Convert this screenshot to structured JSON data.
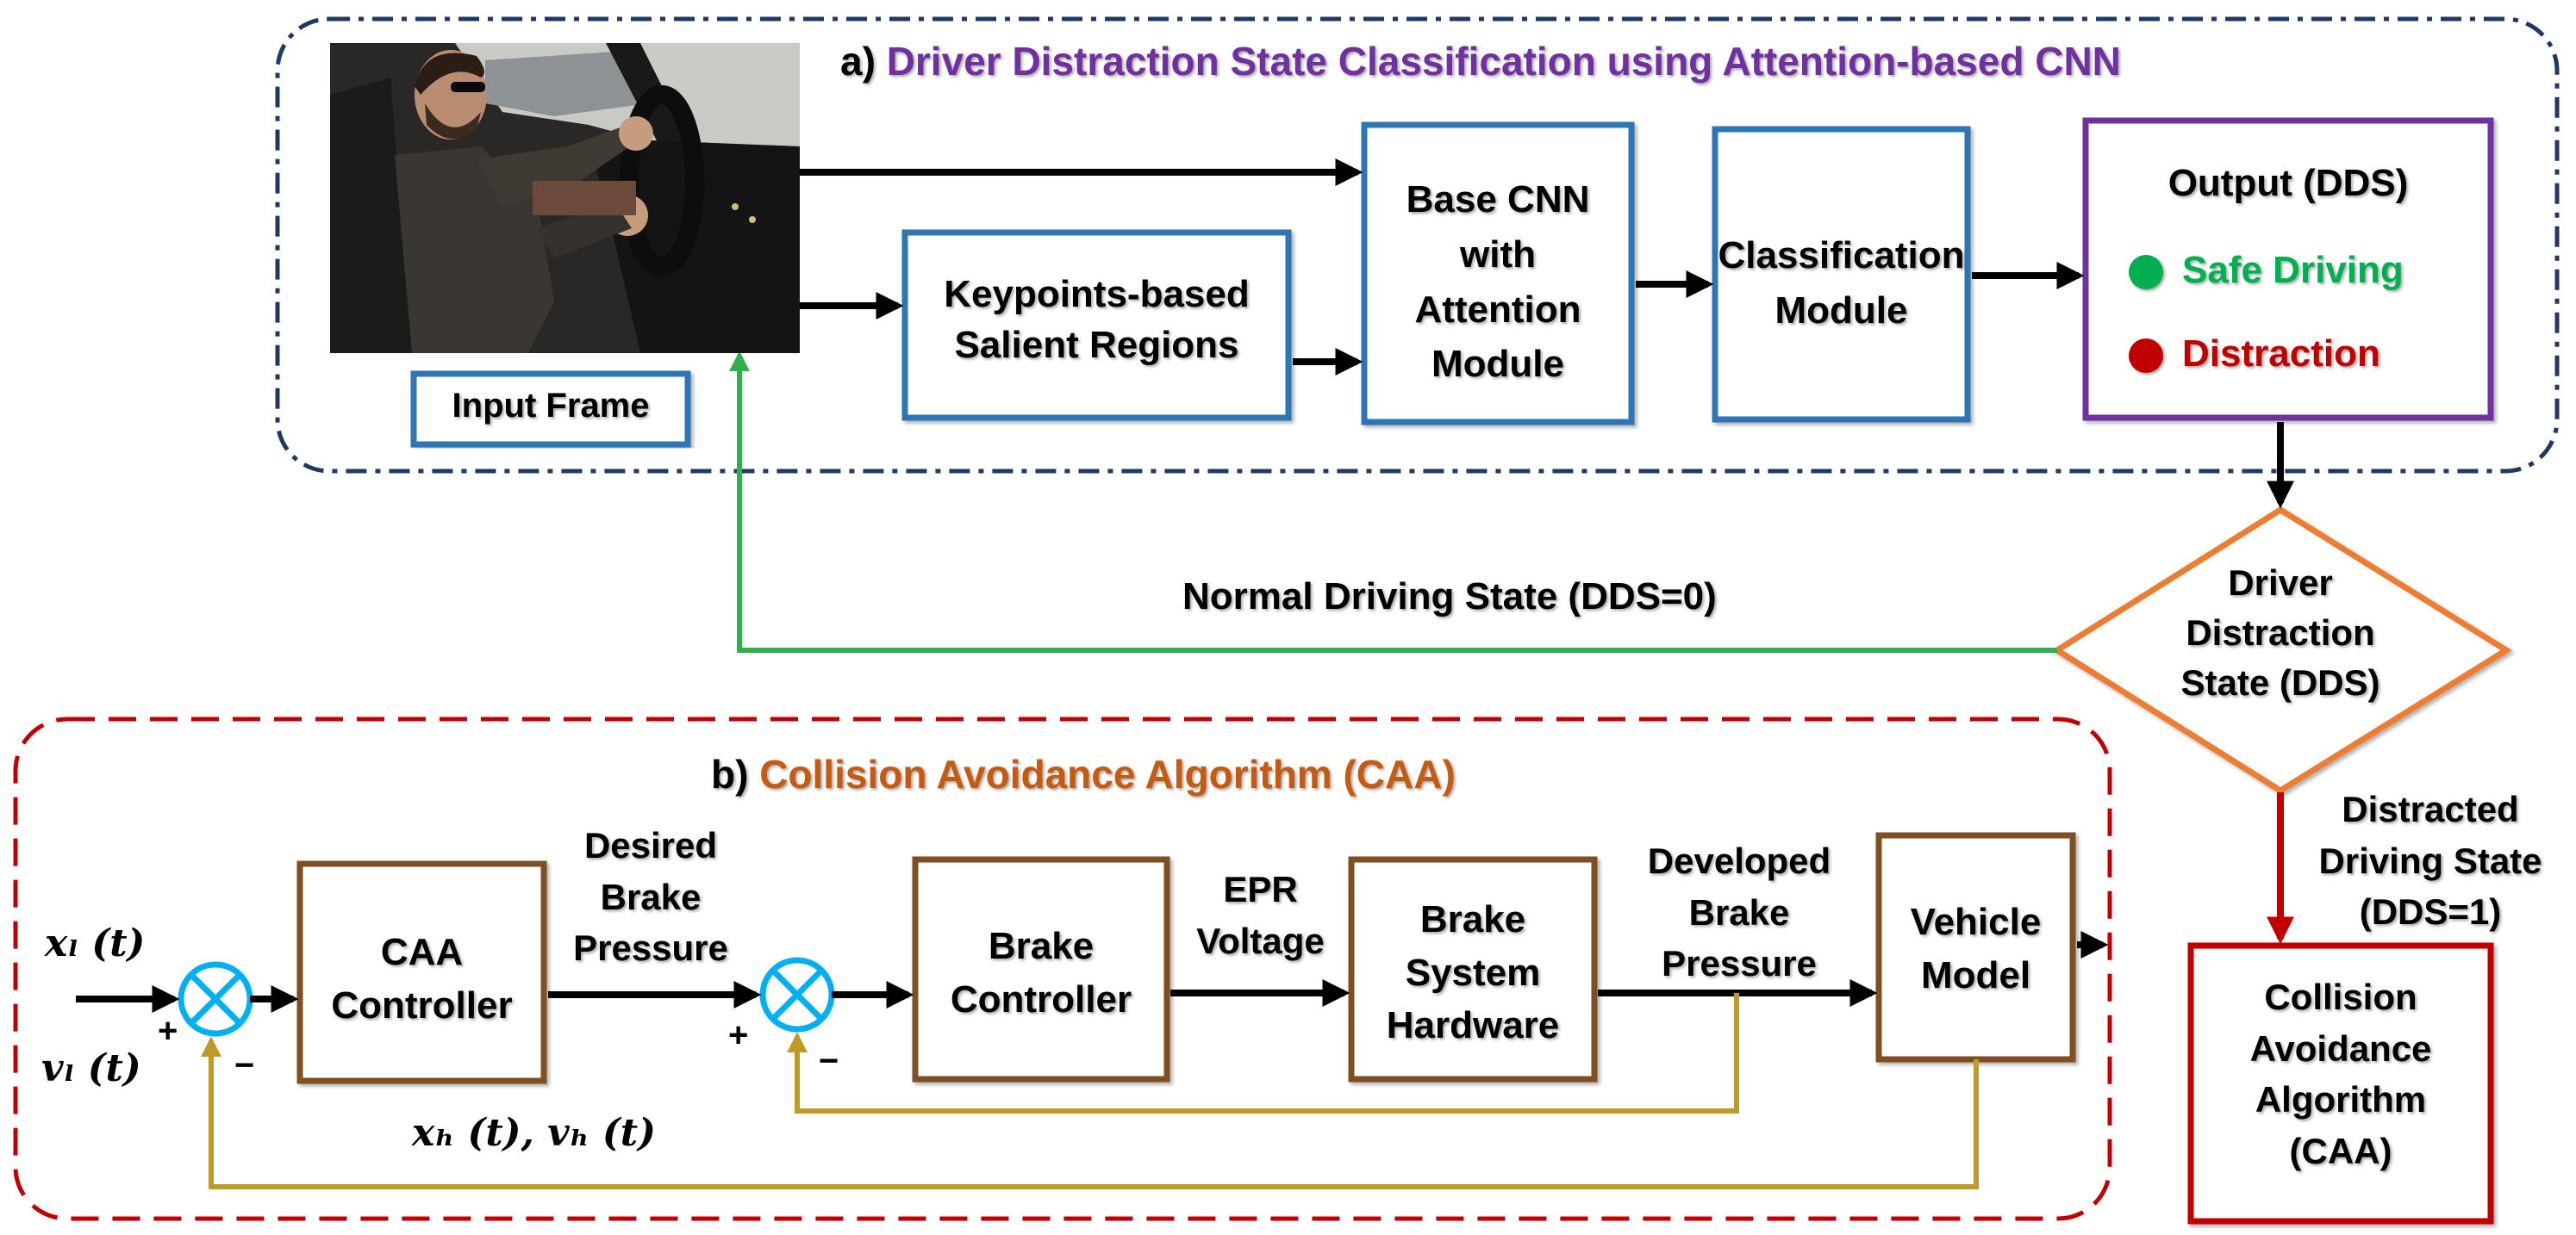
{
  "section_a": {
    "prefix": "a)",
    "title": "Driver Distraction State Classification using Attention-based CNN",
    "title_color": "#7030a0"
  },
  "section_b": {
    "prefix": "b)",
    "title": "Collision Avoidance Algorithm (CAA)",
    "title_color": "#c55a11"
  },
  "blocks": {
    "input_frame": "Input Frame",
    "keypoints": "Keypoints-based\nSalient Regions",
    "base_cnn": "Base CNN\nwith\nAttention\nModule",
    "classification": "Classification\nModule",
    "output_title": "Output (DDS)",
    "safe_driving": "Safe Driving",
    "distraction": "Distraction",
    "dds_diamond": "Driver\nDistraction\nState (DDS)",
    "caa_final": "Collision\nAvoidance\nAlgorithm\n(CAA)",
    "caa_controller": "CAA\nController",
    "brake_controller": "Brake\nController",
    "brake_hardware": "Brake\nSystem\nHardware",
    "vehicle_model": "Vehicle\nModel"
  },
  "edges": {
    "normal_state": "Normal Driving State (DDS=0)",
    "distracted_state": "Distracted\nDriving State\n(DDS=1)",
    "desired_pressure": "Desired\nBrake\nPressure",
    "epr_voltage": "EPR\nVoltage",
    "developed_pressure": "Developed\nBrake\nPressure"
  },
  "math": {
    "xl": "xₗ (t)",
    "vl": "vₗ (t)",
    "xh_vh": "xₕ (t), vₕ (t)",
    "plus": "+",
    "minus": "−"
  },
  "colors": {
    "blue_box": "#2e75b6",
    "purple_box": "#7030a0",
    "orange_box": "#ed7d31",
    "red_box": "#c00000",
    "brown_box": "#7f4f21",
    "green_line": "#2eb050",
    "gold_line": "#c09a26",
    "navy_dash": "#1f3864",
    "red_dash": "#c00000",
    "junction": "#00b0f0",
    "safe_dot": "#00b050",
    "distraction_dot": "#c00000"
  },
  "icons": {
    "input_image": "driver-photo",
    "summing_junction": "circled-x-icon"
  }
}
